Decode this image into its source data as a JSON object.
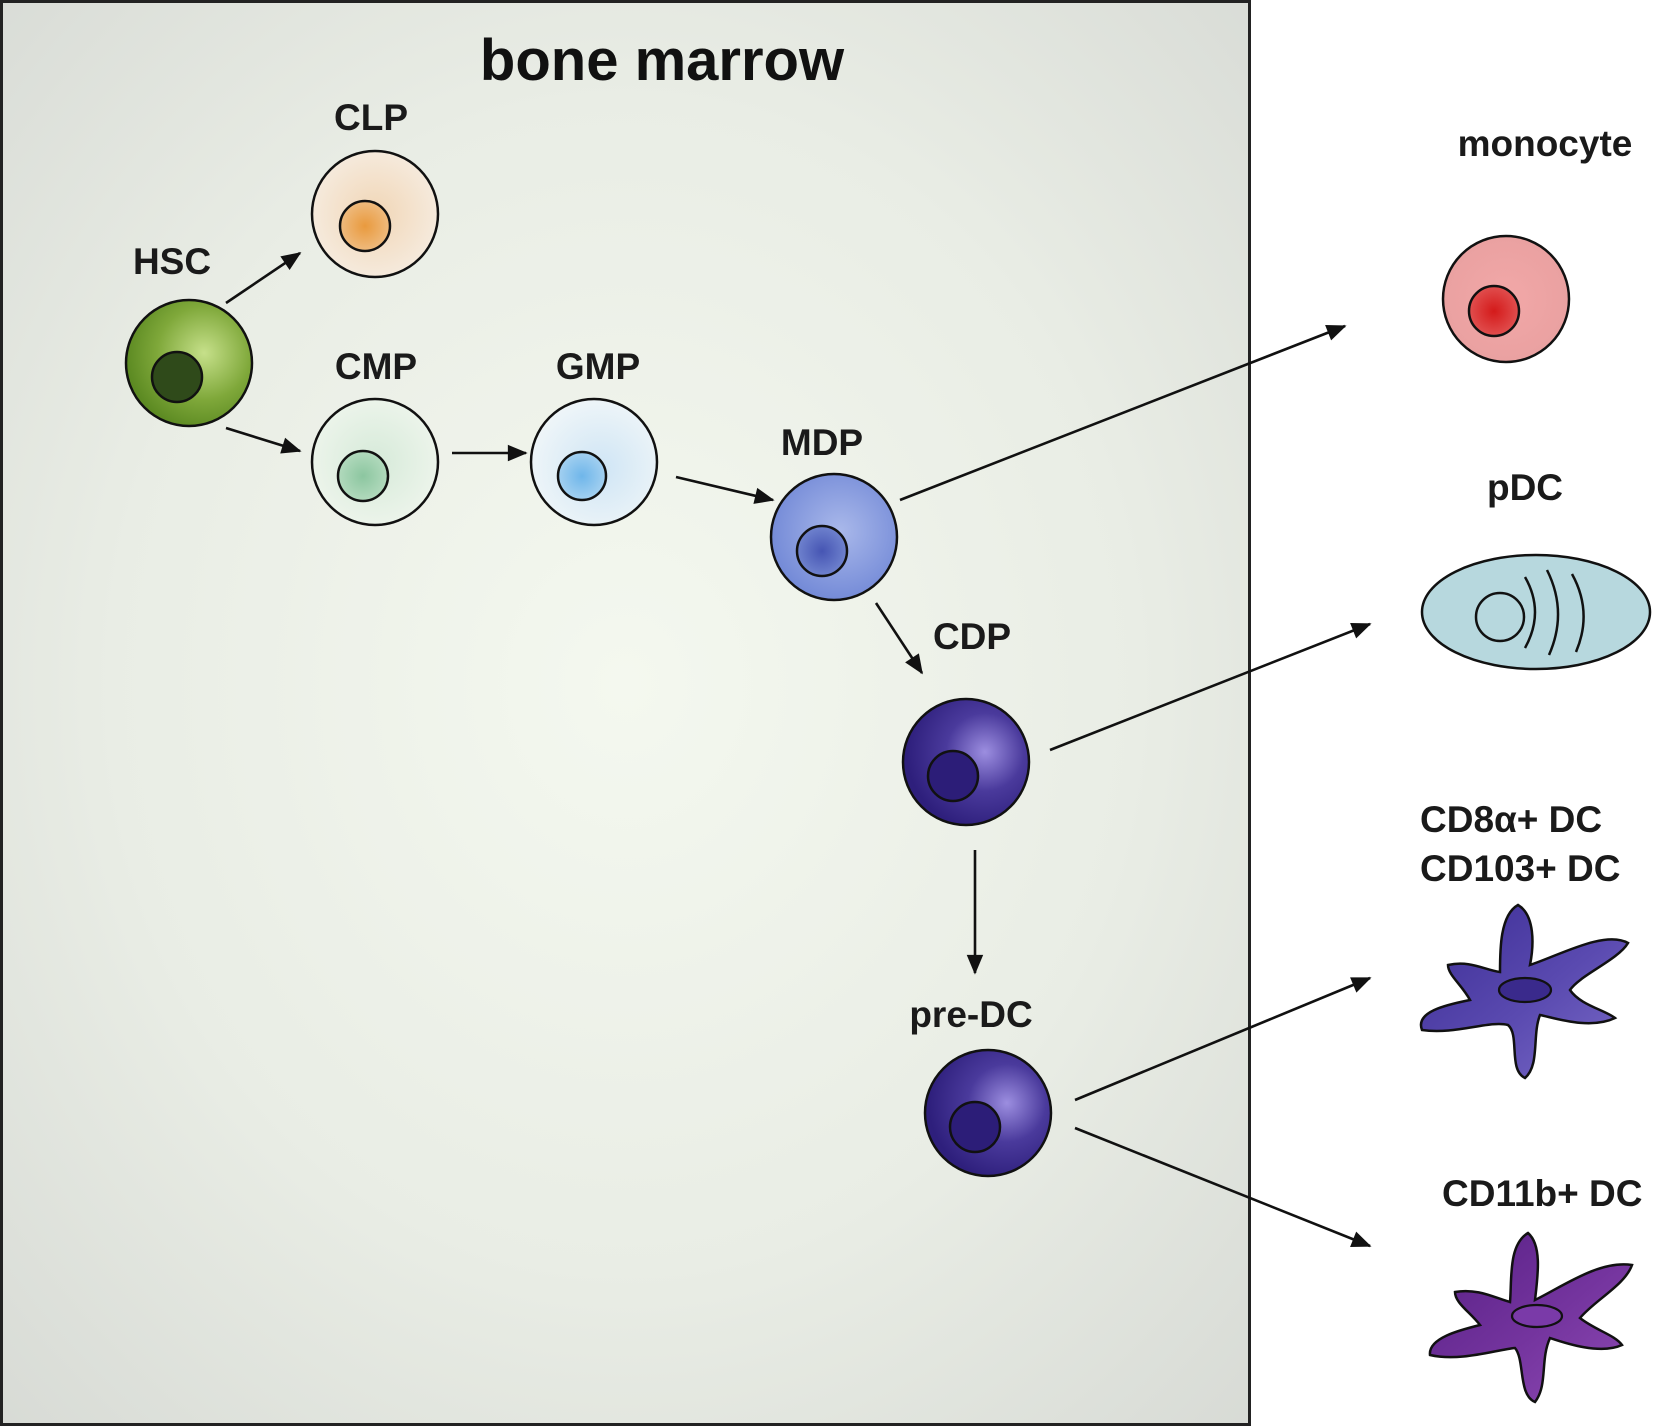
{
  "title": "bone marrow",
  "progenitors": {
    "hsc": "HSC",
    "clp": "CLP",
    "cmp": "CMP",
    "gmp": "GMP",
    "mdp": "MDP",
    "cdp": "CDP",
    "pre_dc": "pre-DC"
  },
  "outputs": {
    "monocyte": "monocyte",
    "pdc": "pDC",
    "cd8_dc_line1": "CD8α+ DC",
    "cd8_dc_line2": "CD103+ DC",
    "cd11b_dc": "CD11b+ DC"
  },
  "colors": {
    "hsc": "#6e9a2a",
    "clp": "#e8a45a",
    "cmp": "#9ccbb0",
    "gmp": "#8fc3e8",
    "mdp": "#7a8fd8",
    "cdp": "#3a2a8c",
    "pre_dc": "#3a2a8c",
    "monocyte": "#e07a7a",
    "pdc": "#b9dadf",
    "cd8_dc": "#4a3a9e",
    "cd11b_dc": "#6a2a8e"
  }
}
